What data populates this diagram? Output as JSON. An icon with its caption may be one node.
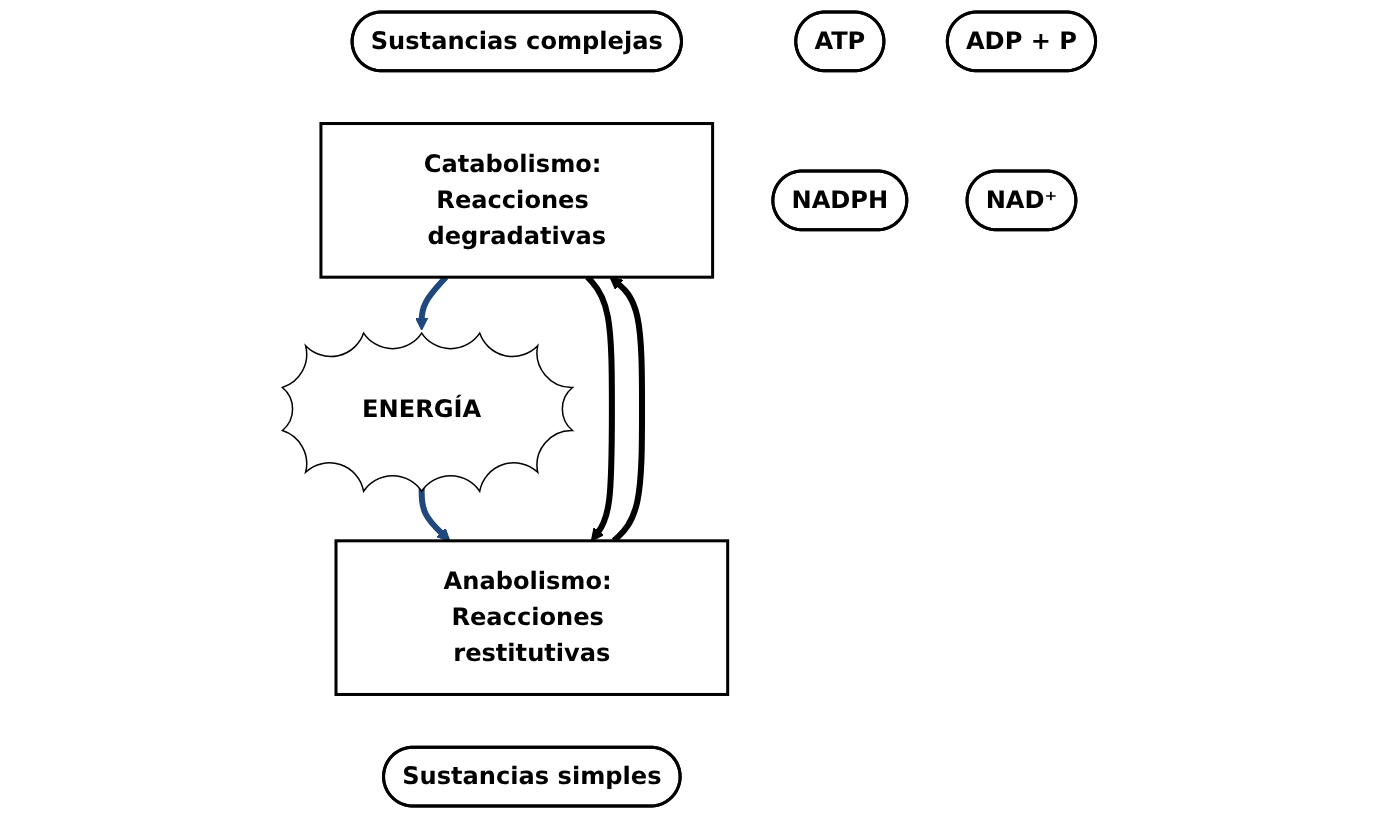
{
  "diagram": {
    "nodes": [
      {
        "text": [
          "Sustancias complejas"
        ]
      },
      {
        "text": [
          "Catabolismo: Reacciones degradativas"
        ]
      },
      {
        "text": [
          "ENERGÍA"
        ]
      },
      {
        "text": [
          "Anabolismo: Reacciones restitutivas"
        ]
      },
      {
        "text": [
          "Sustancias simples"
        ]
      },
      {
        "text": [
          "ATP"
        ]
      },
      {
        "text": [
          "NADPH"
        ]
      },
      {
        "text": [
          "ADP + P"
        ]
      },
      {
        "text": [
          "NAD⁺"
        ]
      }
    ],
    "edges": [
      {
        "from": 1,
        "to": 2,
        "arrow": "to",
        "color": "#1f497d"
      },
      {
        "from": 2,
        "to": 3,
        "arrow": "to",
        "color": "#1f497d"
      },
      {
        "from": 1,
        "to": 3,
        "arrow": "to",
        "color": "#000000"
      },
      {
        "from": 3,
        "to": 1,
        "arrow": "to",
        "color": "#000000"
      }
    ]
  }
}
